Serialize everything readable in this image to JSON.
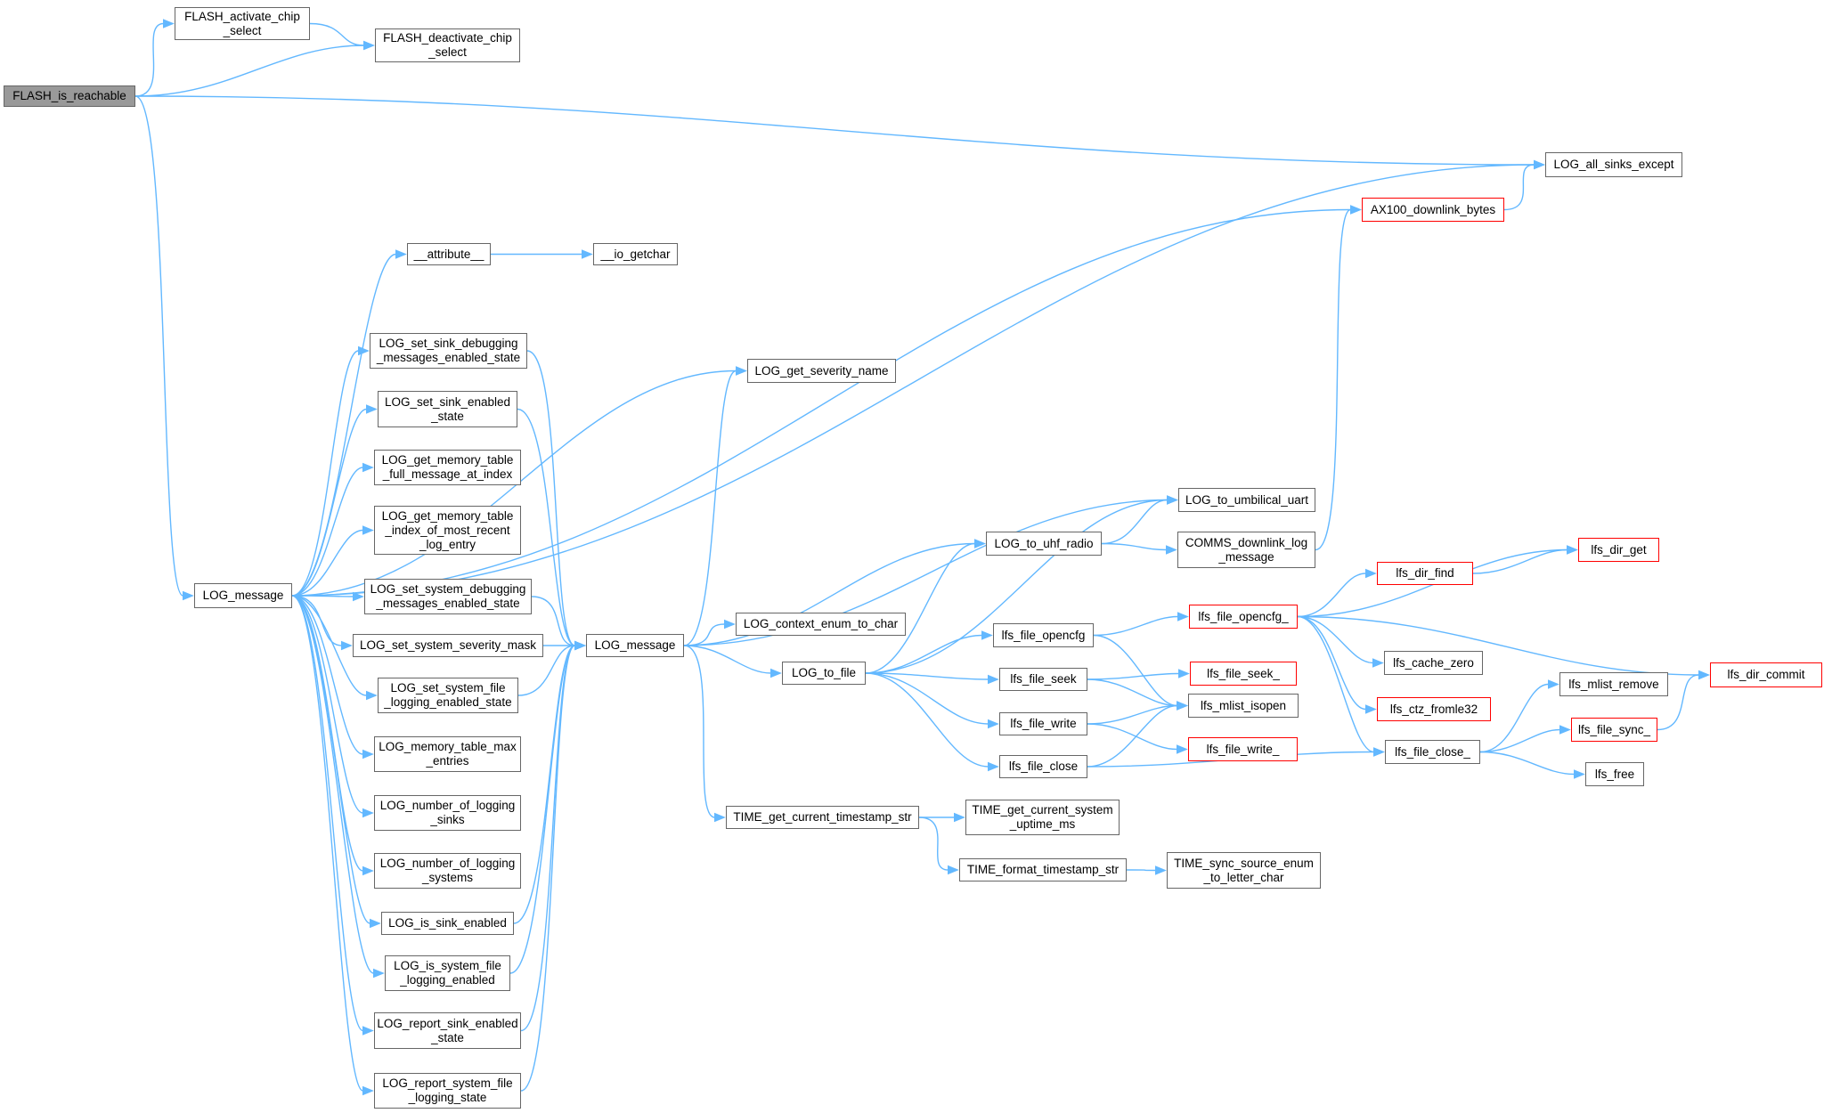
{
  "diagram": {
    "type": "call-graph",
    "colors": {
      "edge": "#63b8ff",
      "node_border": "#666666",
      "node_fill": "#ffffff",
      "current_node_fill": "#999999",
      "truncated_node_border": "#ff0000"
    },
    "nodes": [
      {
        "id": "flash_is_reachable",
        "label": "FLASH_is_reachable",
        "current": true
      },
      {
        "id": "flash_activate",
        "label": "FLASH_activate_chip\n_select"
      },
      {
        "id": "flash_deactivate",
        "label": "FLASH_deactivate_chip\n_select"
      },
      {
        "id": "log_all_sinks_except",
        "label": "LOG_all_sinks_except"
      },
      {
        "id": "ax100_downlink",
        "label": "AX100_downlink_bytes",
        "truncated": true
      },
      {
        "id": "attribute",
        "label": "__attribute__"
      },
      {
        "id": "io_getchar",
        "label": "__io_getchar"
      },
      {
        "id": "log_set_sink_debug",
        "label": "LOG_set_sink_debugging\n_messages_enabled_state"
      },
      {
        "id": "log_get_severity_name",
        "label": "LOG_get_severity_name"
      },
      {
        "id": "log_set_sink_enabled",
        "label": "LOG_set_sink_enabled\n_state"
      },
      {
        "id": "log_get_mem_full",
        "label": "LOG_get_memory_table\n_full_message_at_index"
      },
      {
        "id": "log_to_umbilical",
        "label": "LOG_to_umbilical_uart"
      },
      {
        "id": "log_get_mem_recent",
        "label": "LOG_get_memory_table\n_index_of_most_recent\n_log_entry"
      },
      {
        "id": "log_to_uhf",
        "label": "LOG_to_uhf_radio"
      },
      {
        "id": "comms_downlink",
        "label": "COMMS_downlink_log\n_message"
      },
      {
        "id": "lfs_dir_get",
        "label": "lfs_dir_get",
        "truncated": true
      },
      {
        "id": "lfs_dir_find",
        "label": "lfs_dir_find",
        "truncated": true
      },
      {
        "id": "log_message_outer",
        "label": "LOG_message"
      },
      {
        "id": "log_set_sys_debug",
        "label": "LOG_set_system_debugging\n_messages_enabled_state"
      },
      {
        "id": "lfs_file_opencfg_",
        "label": "lfs_file_opencfg_",
        "truncated": true
      },
      {
        "id": "log_context_enum",
        "label": "LOG_context_enum_to_char"
      },
      {
        "id": "lfs_file_opencfg",
        "label": "lfs_file_opencfg"
      },
      {
        "id": "log_set_sys_sev",
        "label": "LOG_set_system_severity_mask"
      },
      {
        "id": "log_message_inner",
        "label": "LOG_message"
      },
      {
        "id": "lfs_dir_commit",
        "label": "lfs_dir_commit",
        "truncated": true
      },
      {
        "id": "lfs_cache_zero",
        "label": "lfs_cache_zero"
      },
      {
        "id": "log_to_file",
        "label": "LOG_to_file"
      },
      {
        "id": "lfs_file_seek_",
        "label": "lfs_file_seek_",
        "truncated": true
      },
      {
        "id": "lfs_file_seek",
        "label": "lfs_file_seek"
      },
      {
        "id": "log_set_sys_file",
        "label": "LOG_set_system_file\n_logging_enabled_state"
      },
      {
        "id": "lfs_ctz_fromle32",
        "label": "lfs_ctz_fromle32",
        "truncated": true
      },
      {
        "id": "lfs_mlist_remove",
        "label": "lfs_mlist_remove"
      },
      {
        "id": "lfs_mlist_isopen",
        "label": "lfs_mlist_isopen"
      },
      {
        "id": "lfs_file_write",
        "label": "lfs_file_write"
      },
      {
        "id": "lfs_file_sync_",
        "label": "lfs_file_sync_",
        "truncated": true
      },
      {
        "id": "lfs_file_write_",
        "label": "lfs_file_write_",
        "truncated": true
      },
      {
        "id": "log_mem_max",
        "label": "LOG_memory_table_max\n_entries"
      },
      {
        "id": "lfs_file_close_",
        "label": "lfs_file_close_"
      },
      {
        "id": "lfs_file_close",
        "label": "lfs_file_close"
      },
      {
        "id": "lfs_free",
        "label": "lfs_free"
      },
      {
        "id": "log_num_sinks",
        "label": "LOG_number_of_logging\n_sinks"
      },
      {
        "id": "time_get_ts",
        "label": "TIME_get_current_timestamp_str"
      },
      {
        "id": "time_get_uptime",
        "label": "TIME_get_current_system\n_uptime_ms"
      },
      {
        "id": "log_num_systems",
        "label": "LOG_number_of_logging\n_systems"
      },
      {
        "id": "time_format_ts",
        "label": "TIME_format_timestamp_str"
      },
      {
        "id": "time_sync_src",
        "label": "TIME_sync_source_enum\n_to_letter_char"
      },
      {
        "id": "log_is_sink_enabled",
        "label": "LOG_is_sink_enabled"
      },
      {
        "id": "log_is_sys_file",
        "label": "LOG_is_system_file\n_logging_enabled"
      },
      {
        "id": "log_report_sink",
        "label": "LOG_report_sink_enabled\n_state"
      },
      {
        "id": "log_report_sys_file",
        "label": "LOG_report_system_file\n_logging_state"
      }
    ],
    "edges": [
      [
        "flash_is_reachable",
        "flash_activate"
      ],
      [
        "flash_is_reachable",
        "flash_deactivate"
      ],
      [
        "flash_activate",
        "flash_deactivate"
      ],
      [
        "flash_is_reachable",
        "log_all_sinks_except"
      ],
      [
        "flash_is_reachable",
        "log_message_outer"
      ],
      [
        "log_message_outer",
        "log_all_sinks_except"
      ],
      [
        "log_message_outer",
        "ax100_downlink"
      ],
      [
        "ax100_downlink",
        "log_all_sinks_except"
      ],
      [
        "log_message_outer",
        "attribute"
      ],
      [
        "attribute",
        "io_getchar"
      ],
      [
        "log_message_outer",
        "log_get_severity_name"
      ],
      [
        "log_message_outer",
        "log_set_sink_debug"
      ],
      [
        "log_message_outer",
        "log_set_sink_enabled"
      ],
      [
        "log_message_outer",
        "log_get_mem_full"
      ],
      [
        "log_message_outer",
        "log_get_mem_recent"
      ],
      [
        "log_message_outer",
        "log_set_sys_debug"
      ],
      [
        "log_message_outer",
        "log_set_sys_sev"
      ],
      [
        "log_message_outer",
        "log_set_sys_file"
      ],
      [
        "log_message_outer",
        "log_mem_max"
      ],
      [
        "log_message_outer",
        "log_num_sinks"
      ],
      [
        "log_message_outer",
        "log_num_systems"
      ],
      [
        "log_message_outer",
        "log_is_sink_enabled"
      ],
      [
        "log_message_outer",
        "log_is_sys_file"
      ],
      [
        "log_message_outer",
        "log_report_sink"
      ],
      [
        "log_message_outer",
        "log_report_sys_file"
      ],
      [
        "log_set_sink_debug",
        "log_message_inner"
      ],
      [
        "log_set_sink_enabled",
        "log_message_inner"
      ],
      [
        "log_set_sys_debug",
        "log_message_inner"
      ],
      [
        "log_set_sys_sev",
        "log_message_inner"
      ],
      [
        "log_set_sys_file",
        "log_message_inner"
      ],
      [
        "log_is_sink_enabled",
        "log_message_inner"
      ],
      [
        "log_is_sys_file",
        "log_message_inner"
      ],
      [
        "log_report_sink",
        "log_message_inner"
      ],
      [
        "log_report_sys_file",
        "log_message_inner"
      ],
      [
        "log_message_inner",
        "log_get_severity_name"
      ],
      [
        "log_message_inner",
        "log_to_umbilical"
      ],
      [
        "log_message_inner",
        "log_to_uhf"
      ],
      [
        "log_message_inner",
        "log_context_enum"
      ],
      [
        "log_message_inner",
        "log_to_file"
      ],
      [
        "log_message_inner",
        "time_get_ts"
      ],
      [
        "log_to_uhf",
        "log_to_umbilical"
      ],
      [
        "log_to_uhf",
        "comms_downlink"
      ],
      [
        "comms_downlink",
        "ax100_downlink"
      ],
      [
        "log_to_file",
        "log_to_uhf"
      ],
      [
        "log_to_file",
        "log_to_umbilical"
      ],
      [
        "log_to_file",
        "lfs_file_opencfg"
      ],
      [
        "log_to_file",
        "lfs_file_seek"
      ],
      [
        "log_to_file",
        "lfs_file_write"
      ],
      [
        "log_to_file",
        "lfs_file_close"
      ],
      [
        "lfs_file_opencfg",
        "lfs_file_opencfg_"
      ],
      [
        "lfs_file_opencfg",
        "lfs_mlist_isopen"
      ],
      [
        "lfs_file_seek",
        "lfs_file_seek_"
      ],
      [
        "lfs_file_seek",
        "lfs_mlist_isopen"
      ],
      [
        "lfs_file_write",
        "lfs_mlist_isopen"
      ],
      [
        "lfs_file_write",
        "lfs_file_write_"
      ],
      [
        "lfs_file_close",
        "lfs_mlist_isopen"
      ],
      [
        "lfs_file_close",
        "lfs_file_close_"
      ],
      [
        "lfs_file_opencfg_",
        "lfs_dir_get"
      ],
      [
        "lfs_file_opencfg_",
        "lfs_dir_find"
      ],
      [
        "lfs_file_opencfg_",
        "lfs_dir_commit"
      ],
      [
        "lfs_file_opencfg_",
        "lfs_cache_zero"
      ],
      [
        "lfs_file_opencfg_",
        "lfs_ctz_fromle32"
      ],
      [
        "lfs_file_opencfg_",
        "lfs_file_close_"
      ],
      [
        "lfs_dir_find",
        "lfs_dir_get"
      ],
      [
        "lfs_file_close_",
        "lfs_mlist_remove"
      ],
      [
        "lfs_file_close_",
        "lfs_file_sync_"
      ],
      [
        "lfs_file_close_",
        "lfs_free"
      ],
      [
        "lfs_file_sync_",
        "lfs_dir_commit"
      ],
      [
        "time_get_ts",
        "time_get_uptime"
      ],
      [
        "time_get_ts",
        "time_format_ts"
      ],
      [
        "time_format_ts",
        "time_sync_src"
      ]
    ]
  }
}
